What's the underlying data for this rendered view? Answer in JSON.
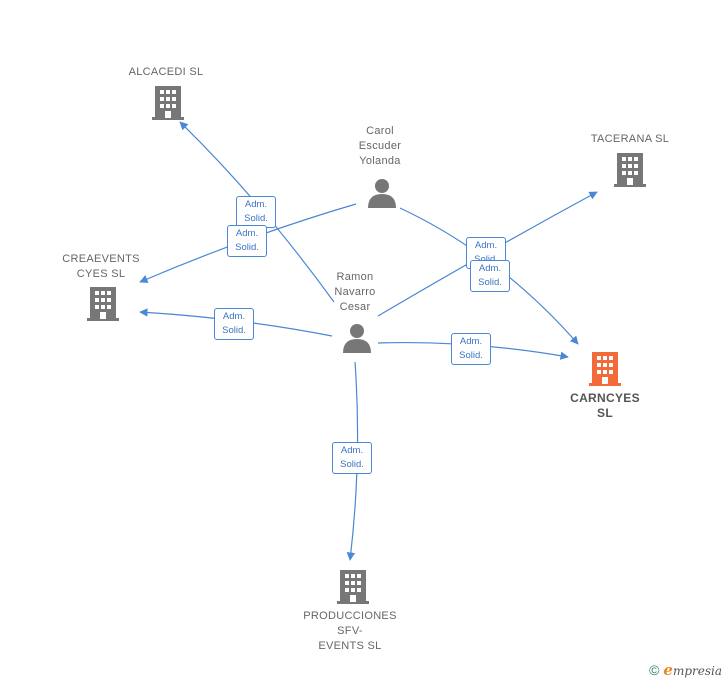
{
  "colors": {
    "edge": "#4a87d4",
    "icon": "#777777",
    "main_company": "#f26a3a",
    "label": "#666666"
  },
  "nodes": {
    "alcacedi": {
      "label": "ALCACEDI  SL",
      "icon": "building-icon"
    },
    "tacerana": {
      "label": "TACERANA  SL",
      "icon": "building-icon"
    },
    "creaevents": {
      "label": "CREAEVENTS\nCYES  SL",
      "icon": "building-icon"
    },
    "carncyes": {
      "label": "CARNCYES\nSL",
      "icon": "building-icon"
    },
    "producciones": {
      "label": "PRODUCCIONES\nSFV-\nEVENTS  SL",
      "icon": "building-icon"
    },
    "carol": {
      "label": "Carol\nEscuder\nYolanda",
      "icon": "person-icon"
    },
    "ramon": {
      "label": "Ramon\nNavarro\nCesar",
      "icon": "person-icon"
    }
  },
  "edges": {
    "tag_label": "Adm.\nSolid."
  },
  "footer": {
    "copyright_symbol": "©",
    "brand_first": "e",
    "brand_rest": "mpresia"
  }
}
